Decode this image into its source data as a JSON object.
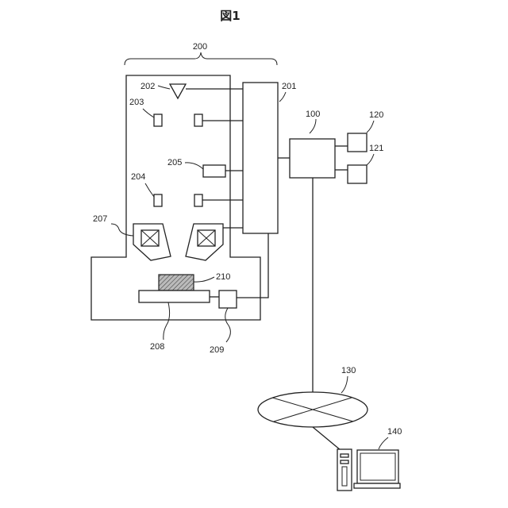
{
  "figure": {
    "title": "図1",
    "labels": {
      "system": "200",
      "controller": "201",
      "source": "202",
      "d203": "203",
      "d204": "204",
      "d205": "205",
      "lens": "207",
      "stage": "208",
      "stage_driver": "209",
      "sample": "210",
      "computer": "100",
      "storage": "120",
      "io": "121",
      "network": "130",
      "terminal": "140"
    }
  }
}
